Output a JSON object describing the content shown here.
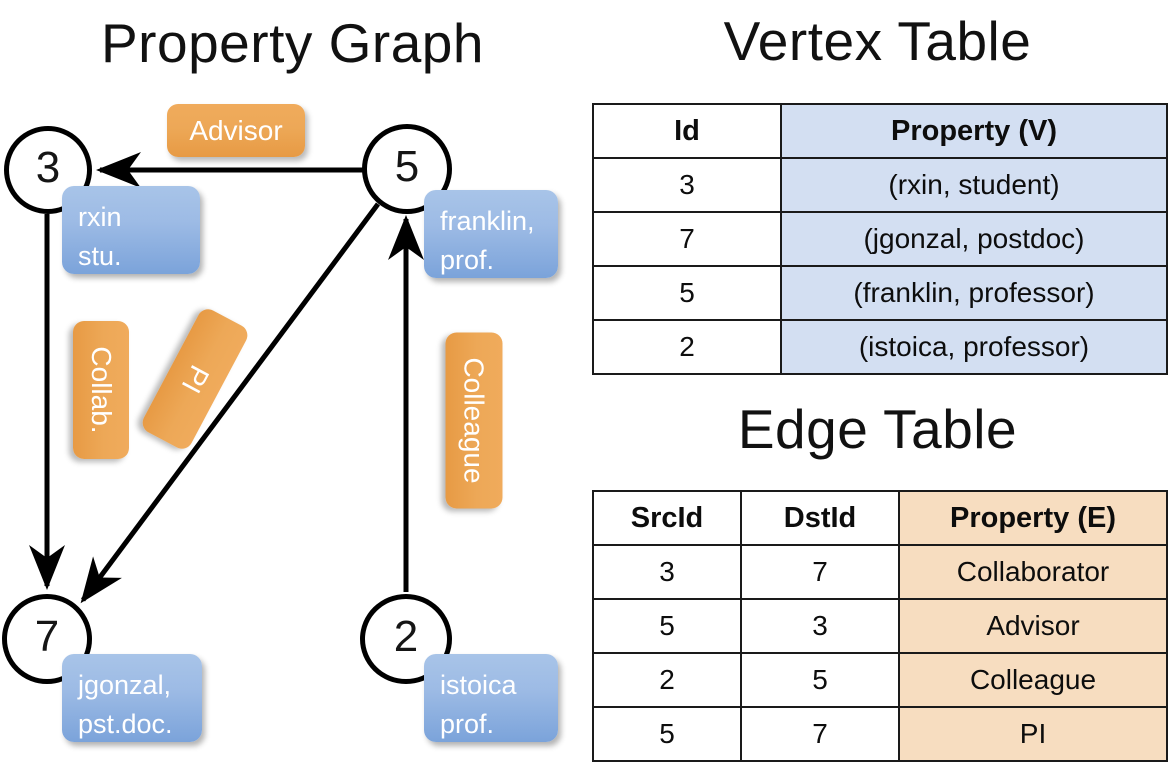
{
  "titles": {
    "graph": "Property Graph",
    "vertex_table": "Vertex Table",
    "edge_table": "Edge Table"
  },
  "graph": {
    "nodes": [
      {
        "id": "3",
        "property_label": "rxin\nstu.",
        "name": "rxin",
        "role": "stu."
      },
      {
        "id": "5",
        "property_label": "franklin,\nprof.",
        "name": "franklin,",
        "role": "prof."
      },
      {
        "id": "7",
        "property_label": "jgonzal,\npst.doc.",
        "name": "jgonzal,",
        "role": "pst.doc."
      },
      {
        "id": "2",
        "property_label": "istoica\nprof.",
        "name": "istoica",
        "role": "prof."
      }
    ],
    "edges": [
      {
        "src": "5",
        "dst": "3",
        "label": "Advisor"
      },
      {
        "src": "3",
        "dst": "7",
        "label": "Collab."
      },
      {
        "src": "5",
        "dst": "7",
        "label": "PI"
      },
      {
        "src": "2",
        "dst": "5",
        "label": "Colleague"
      }
    ],
    "edge_labels": {
      "advisor": "Advisor",
      "collab": "Collab.",
      "pi": "PI",
      "colleague": "Colleague"
    }
  },
  "vertex_table": {
    "headers": [
      "Id",
      "Property (V)"
    ],
    "rows": [
      {
        "id": "3",
        "property": "(rxin, student)"
      },
      {
        "id": "7",
        "property": "(jgonzal, postdoc)"
      },
      {
        "id": "5",
        "property": "(franklin, professor)"
      },
      {
        "id": "2",
        "property": "(istoica, professor)"
      }
    ]
  },
  "edge_table": {
    "headers": [
      "SrcId",
      "DstId",
      "Property (E)"
    ],
    "rows": [
      {
        "src": "3",
        "dst": "7",
        "property": "Collaborator"
      },
      {
        "src": "5",
        "dst": "3",
        "property": "Advisor"
      },
      {
        "src": "2",
        "dst": "5",
        "property": "Colleague"
      },
      {
        "src": "5",
        "dst": "7",
        "property": "PI"
      }
    ]
  },
  "colors": {
    "vertex_property_fill": "#d3dff2",
    "edge_property_fill": "#f7ddc0",
    "node_box_blue": "#8eb2e2",
    "edge_label_orange": "#eda857",
    "stroke": "#000000",
    "background": "#ffffff"
  }
}
